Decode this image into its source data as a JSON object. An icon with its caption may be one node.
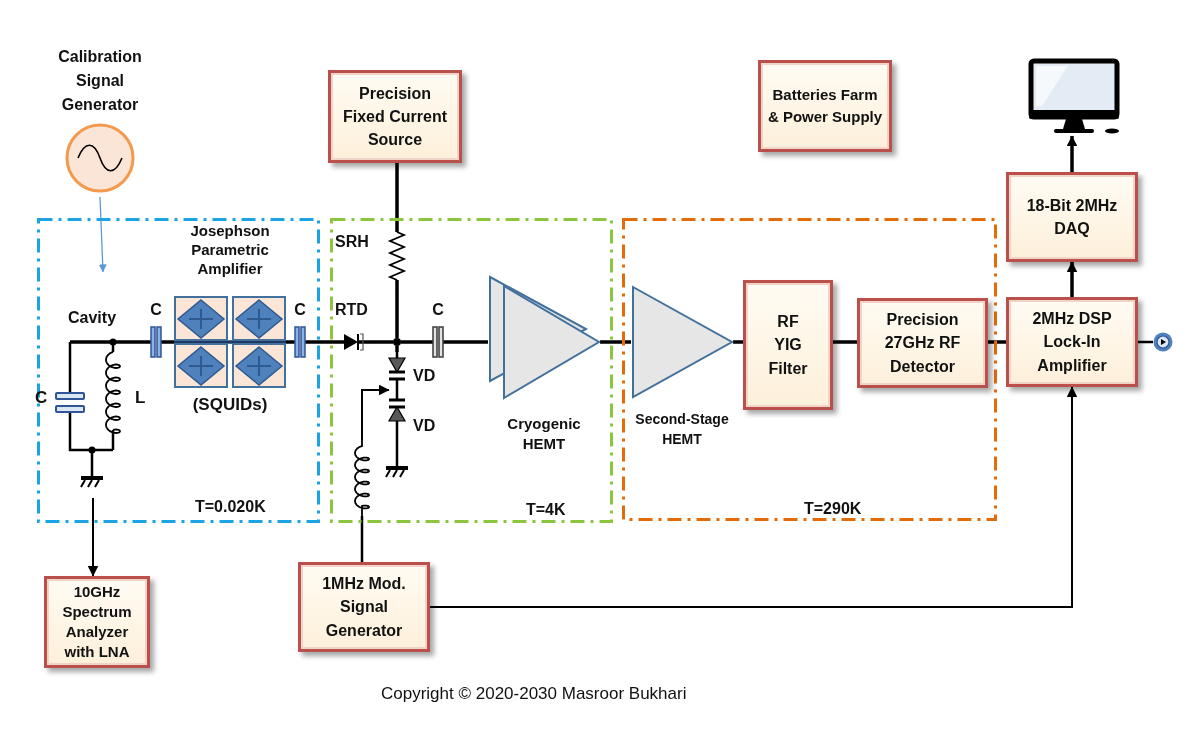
{
  "diagram": {
    "nodes": [
      {
        "text": [
          "Calibration Signal Generator"
        ]
      },
      {
        "text": [
          "Precision Fixed Current Source"
        ]
      },
      {
        "text": [
          "Batteries Farm & Power Supply"
        ]
      },
      {
        "text": [],
        "shape": "picture"
      },
      {
        "text": [
          "18-Bit 2MHz DAQ"
        ]
      },
      {
        "text": [
          "T=0.020K"
        ]
      },
      {
        "text": [
          "Cavity"
        ],
        "in": 5,
        "beside": [
          "C",
          "L"
        ]
      },
      {
        "text": [
          "C"
        ],
        "in": 5
      },
      {
        "text": [
          "Josephson Parametric Amplifier",
          "(SQUIDs)"
        ],
        "in": 5
      },
      {
        "text": [
          "C"
        ],
        "in": 5
      },
      {
        "text": [
          "T=4K"
        ]
      },
      {
        "text": [
          "SRH"
        ],
        "in": 10
      },
      {
        "text": [
          "RTD"
        ],
        "in": 10
      },
      {
        "text": [],
        "shape": "circle",
        "in": 10
      },
      {
        "text": [
          "C"
        ],
        "in": 10
      },
      {
        "text": [
          "VD",
          "VD"
        ],
        "in": 10
      },
      {
        "text": [],
        "shape": "coil",
        "in": 10
      },
      {
        "text": [
          "Cryogenic HEMT"
        ],
        "in": 10
      },
      {
        "text": [
          "T=290K"
        ]
      },
      {
        "text": [
          "Second-Stage HEMT"
        ],
        "in": 18
      },
      {
        "text": [
          "RF YIG Filter"
        ],
        "in": 18
      },
      {
        "text": [
          "Precision 27GHz RF Detector"
        ],
        "in": 18
      },
      {
        "text": [
          "2MHz DSP Lock-In Amplifier"
        ]
      },
      {
        "text": [],
        "shape": "circle"
      },
      {
        "text": [
          "10GHz Spectrum Analyzer with LNA"
        ]
      },
      {
        "text": [
          "1MHz Mod. Signal Generator"
        ]
      }
    ],
    "edges": [
      {
        "from": 0,
        "to": null,
        "arrow": "to",
        "color": "#5b9bd5"
      },
      {
        "from": 6,
        "to": 7,
        "arrow": "none"
      },
      {
        "from": 7,
        "to": 8,
        "arrow": "none"
      },
      {
        "from": 8,
        "to": 9,
        "arrow": "none"
      },
      {
        "from": 9,
        "to": 12,
        "arrow": "none"
      },
      {
        "from": 12,
        "to": 13,
        "arrow": "none"
      },
      {
        "from": 1,
        "to": 11,
        "arrow": "none"
      },
      {
        "from": 11,
        "to": 13,
        "arrow": "none"
      },
      {
        "from": 13,
        "to": 14,
        "arrow": "none"
      },
      {
        "from": 13,
        "to": 15,
        "arrow": "none"
      },
      {
        "from": 14,
        "to": 17,
        "arrow": "none"
      },
      {
        "from": 25,
        "to": 16,
        "arrow": "none"
      },
      {
        "from": 16,
        "to": 15,
        "arrow": "to"
      },
      {
        "from": 17,
        "to": 19,
        "arrow": "none"
      },
      {
        "from": 19,
        "to": 20,
        "arrow": "none"
      },
      {
        "from": 20,
        "to": 21,
        "arrow": "none"
      },
      {
        "from": 21,
        "to": 22,
        "arrow": "none"
      },
      {
        "from": 22,
        "to": 4,
        "arrow": "to"
      },
      {
        "from": 4,
        "to": 3,
        "arrow": "to"
      },
      {
        "from": 22,
        "to": 23,
        "arrow": "none"
      },
      {
        "from": 6,
        "to": 24,
        "arrow": "to"
      },
      {
        "from": 25,
        "to": 22,
        "arrow": "to"
      }
    ],
    "labels": [
      "Copyright © 2020-2030 Masroor Bukhari"
    ]
  }
}
